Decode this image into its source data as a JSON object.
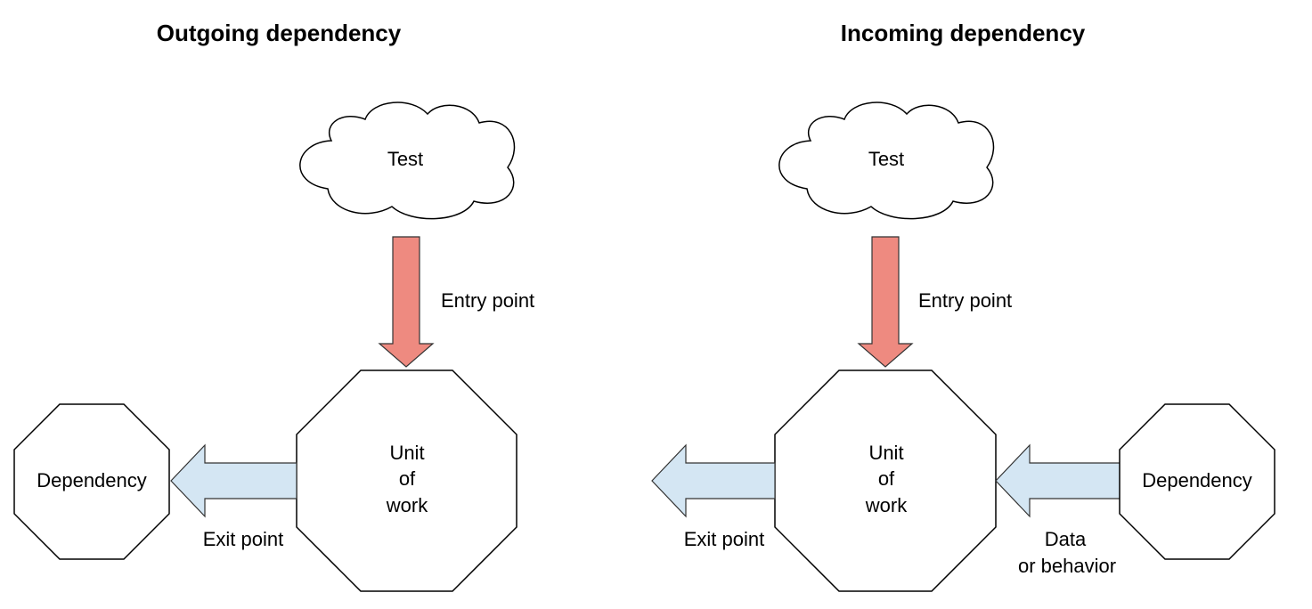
{
  "panels": [
    {
      "title": "Outgoing dependency",
      "cloud_label": "Test",
      "entry_label": "Entry point",
      "unit_label": [
        "Unit",
        "of",
        "work"
      ],
      "dependency_label": "Dependency",
      "exit_label": "Exit point"
    },
    {
      "title": "Incoming dependency",
      "cloud_label": "Test",
      "entry_label": "Entry point",
      "unit_label": [
        "Unit",
        "of",
        "work"
      ],
      "dependency_label": "Dependency",
      "exit_label": "Exit point",
      "data_label": [
        "Data",
        "or behavior"
      ]
    }
  ],
  "colors": {
    "entry_arrow": "#ee8a80",
    "exit_arrow": "#d4e6f3",
    "outline": "#000000"
  }
}
